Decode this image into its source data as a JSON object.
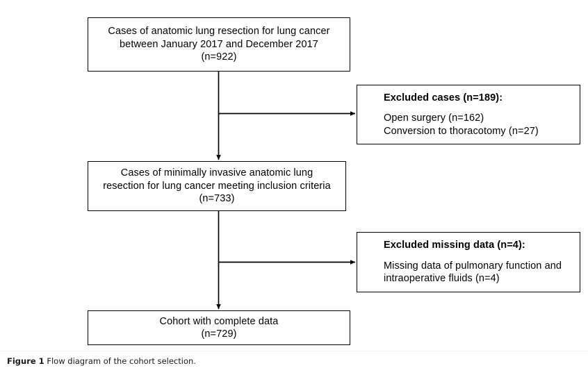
{
  "figure": {
    "caption_label": "Figure 1",
    "caption_text": "Flow diagram of the cohort selection."
  },
  "diagram": {
    "type": "flow-diagram",
    "orientation": "top-to-bottom with right-side exclusion branches",
    "stroke_color": "#000000",
    "fill_color": "#ffffff",
    "nodes": [
      {
        "id": "cases-total",
        "role": "main",
        "align": "center",
        "lines": [
          "Cases of anatomic lung resection for lung cancer",
          "between January 2017 and December 2017",
          "(n=922)"
        ],
        "n": 922
      },
      {
        "id": "excluded-cases",
        "role": "exclusion",
        "align": "left",
        "header": "Excluded cases (n=189):",
        "items": [
          "Open surgery (n=162)",
          "Conversion to thoracotomy (n=27)"
        ],
        "n": 189
      },
      {
        "id": "cases-minimally-invasive",
        "role": "main",
        "align": "center",
        "lines": [
          "Cases of minimally invasive anatomic lung",
          "resection for lung cancer meeting inclusion criteria",
          "(n=733)"
        ],
        "n": 733
      },
      {
        "id": "excluded-missing-data",
        "role": "exclusion",
        "align": "left",
        "header": "Excluded missing data (n=4):",
        "items": [
          "Missing data of pulmonary function and",
          "intraoperative fluids (n=4)"
        ],
        "n": 4
      },
      {
        "id": "cohort-complete",
        "role": "main",
        "align": "center",
        "lines": [
          "Cohort with complete data",
          "(n=729)"
        ],
        "n": 729
      }
    ],
    "edges": [
      {
        "id": "edge-total-to-mis",
        "from": "cases-total",
        "to": "cases-minimally-invasive",
        "kind": "vertical-arrow"
      },
      {
        "id": "edge-total-excluded",
        "from": "cases-total",
        "to": "excluded-cases",
        "kind": "branch-arrow-right"
      },
      {
        "id": "edge-mis-to-cohort",
        "from": "cases-minimally-invasive",
        "to": "cohort-complete",
        "kind": "vertical-arrow"
      },
      {
        "id": "edge-mis-excluded",
        "from": "cases-minimally-invasive",
        "to": "excluded-missing-data",
        "kind": "branch-arrow-right"
      }
    ]
  }
}
